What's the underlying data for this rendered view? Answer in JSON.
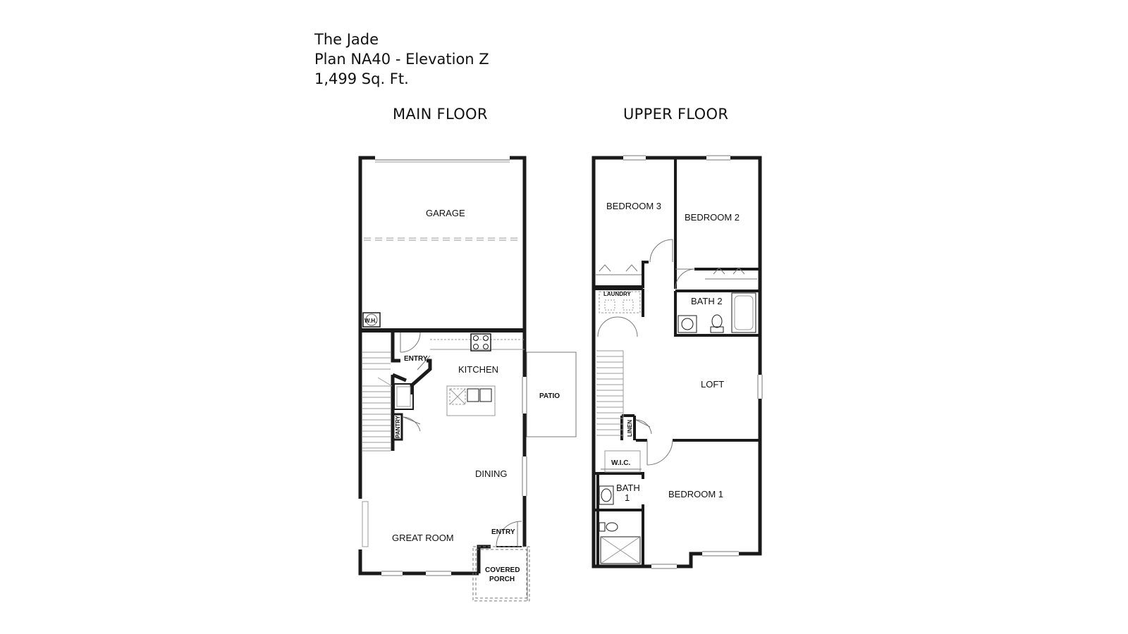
{
  "header": {
    "name": "The Jade",
    "plan": "Plan NA40 - Elevation Z",
    "area": "1,499 Sq. Ft."
  },
  "floors": {
    "main": {
      "title": "MAIN FLOOR",
      "rooms": {
        "garage": "GARAGE",
        "water_heater": "W.H.",
        "entry_garage": "ENTRY",
        "kitchen": "KITCHEN",
        "pantry": "PANTRY",
        "patio": "PATIO",
        "dining": "DINING",
        "great_room": "GREAT ROOM",
        "entry_front": "ENTRY",
        "covered_porch_line1": "COVERED",
        "covered_porch_line2": "PORCH"
      }
    },
    "upper": {
      "title": "UPPER FLOOR",
      "rooms": {
        "bedroom3": "BEDROOM 3",
        "bedroom2": "BEDROOM 2",
        "laundry": "LAUNDRY",
        "bath2": "BATH 2",
        "loft": "LOFT",
        "linen": "LINEN",
        "wic": "W.I.C.",
        "bath1_line1": "BATH",
        "bath1_line2": "1",
        "bedroom1": "BEDROOM 1"
      }
    }
  },
  "colors": {
    "wall": "#1a1a1a",
    "fixture": "#9a9a9a",
    "background": "#ffffff"
  }
}
